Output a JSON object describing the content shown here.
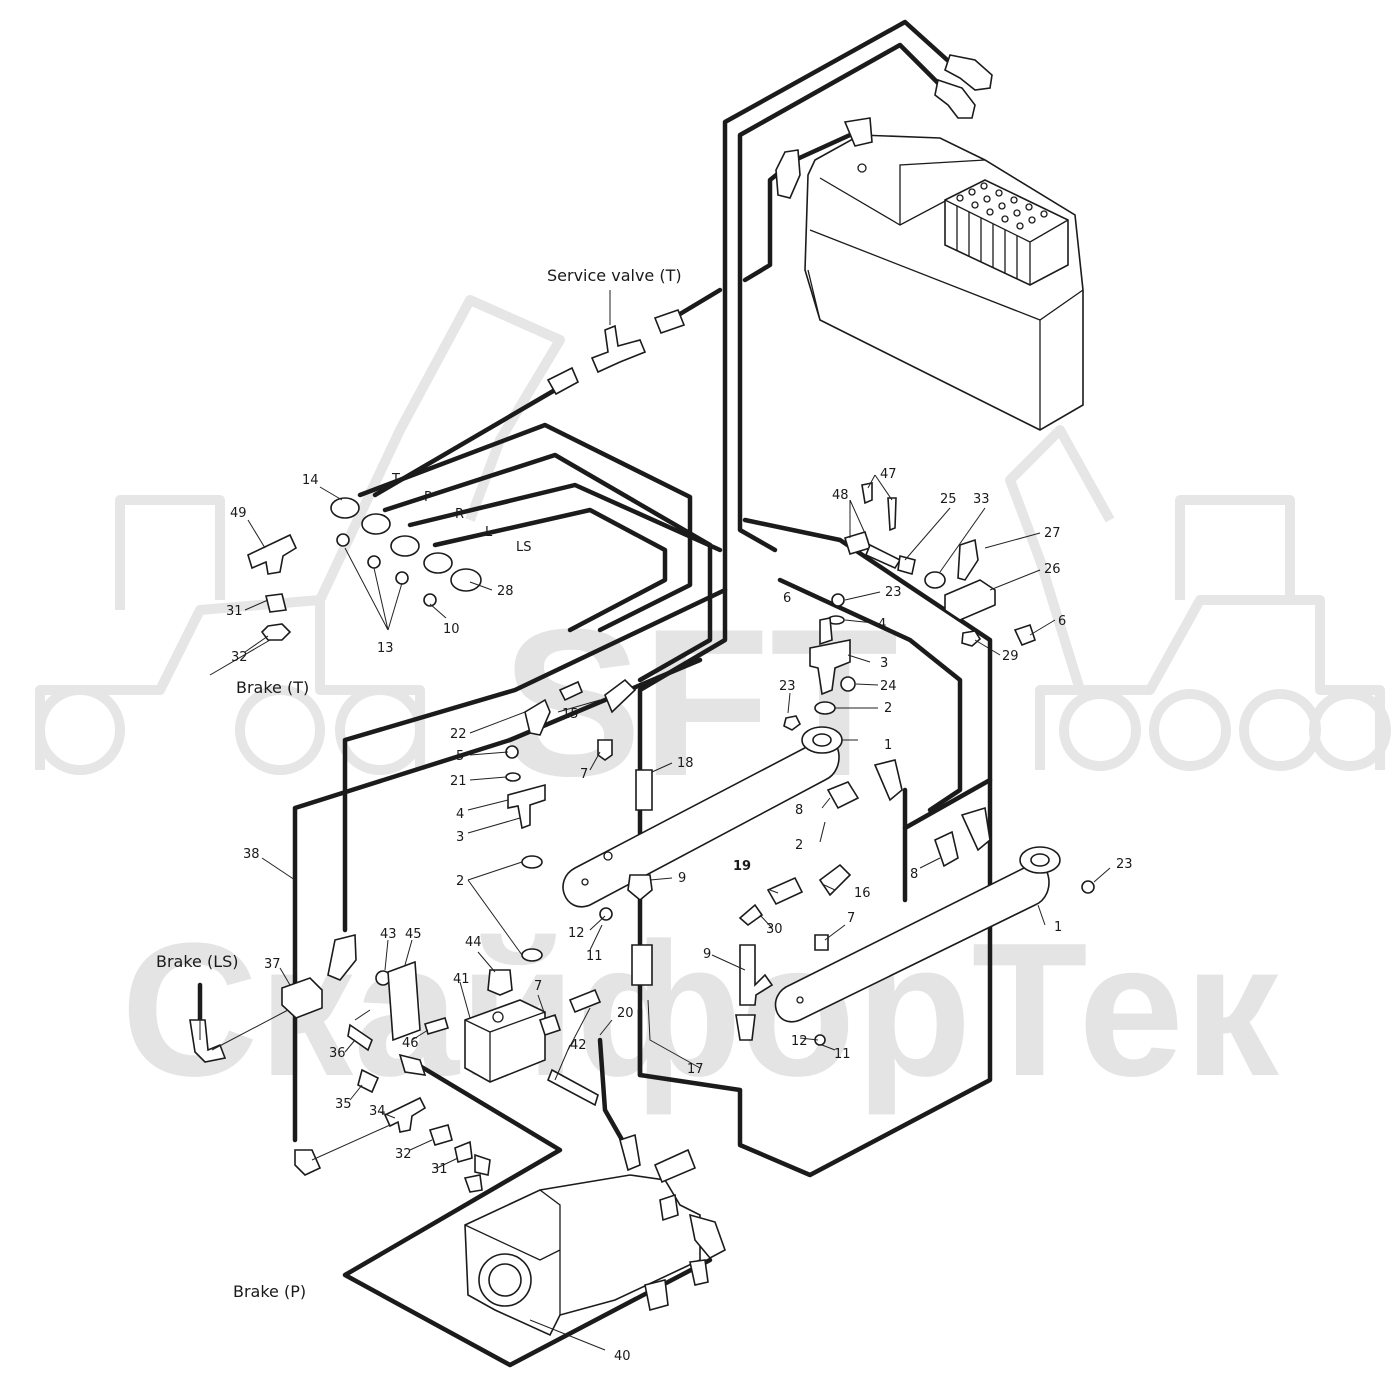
{
  "watermark": {
    "line1": "SFT",
    "line2": "СкайфорТек"
  },
  "labels": {
    "service_valve": "Service valve (T)",
    "brake_t": "Brake (T)",
    "brake_ls": "Brake (LS)",
    "brake_p": "Brake (P)",
    "line_t": "T",
    "line_p": "P",
    "line_r": "R",
    "line_l": "L",
    "line_ls": "LS"
  },
  "callouts": {
    "c1a": "1",
    "c1b": "1",
    "c2a": "2",
    "c2b": "2",
    "c2c": "2",
    "c3a": "3",
    "c3b": "3",
    "c4a": "4",
    "c4b": "4",
    "c5": "5",
    "c6a": "6",
    "c6b": "6",
    "c7a": "7",
    "c7b": "7",
    "c7c": "7",
    "c8a": "8",
    "c8b": "8",
    "c9a": "9",
    "c9b": "9",
    "c10": "10",
    "c11a": "11",
    "c11b": "11",
    "c12a": "12",
    "c12b": "12",
    "c13": "13",
    "c14": "14",
    "c15": "15",
    "c16": "16",
    "c17": "17",
    "c18": "18",
    "c19": "19",
    "c20": "20",
    "c21": "21",
    "c22": "22",
    "c23a": "23",
    "c23b": "23",
    "c23c": "23",
    "c24": "24",
    "c25": "25",
    "c26": "26",
    "c27": "27",
    "c28": "28",
    "c29": "29",
    "c30": "30",
    "c31a": "31",
    "c31b": "31",
    "c32a": "32",
    "c32b": "32",
    "c33": "33",
    "c34": "34",
    "c35": "35",
    "c36": "36",
    "c37": "37",
    "c38": "38",
    "c40": "40",
    "c41": "41",
    "c42": "42",
    "c43": "43",
    "c44": "44",
    "c45": "45",
    "c46": "46",
    "c47": "47",
    "c48": "48",
    "c49": "49"
  }
}
